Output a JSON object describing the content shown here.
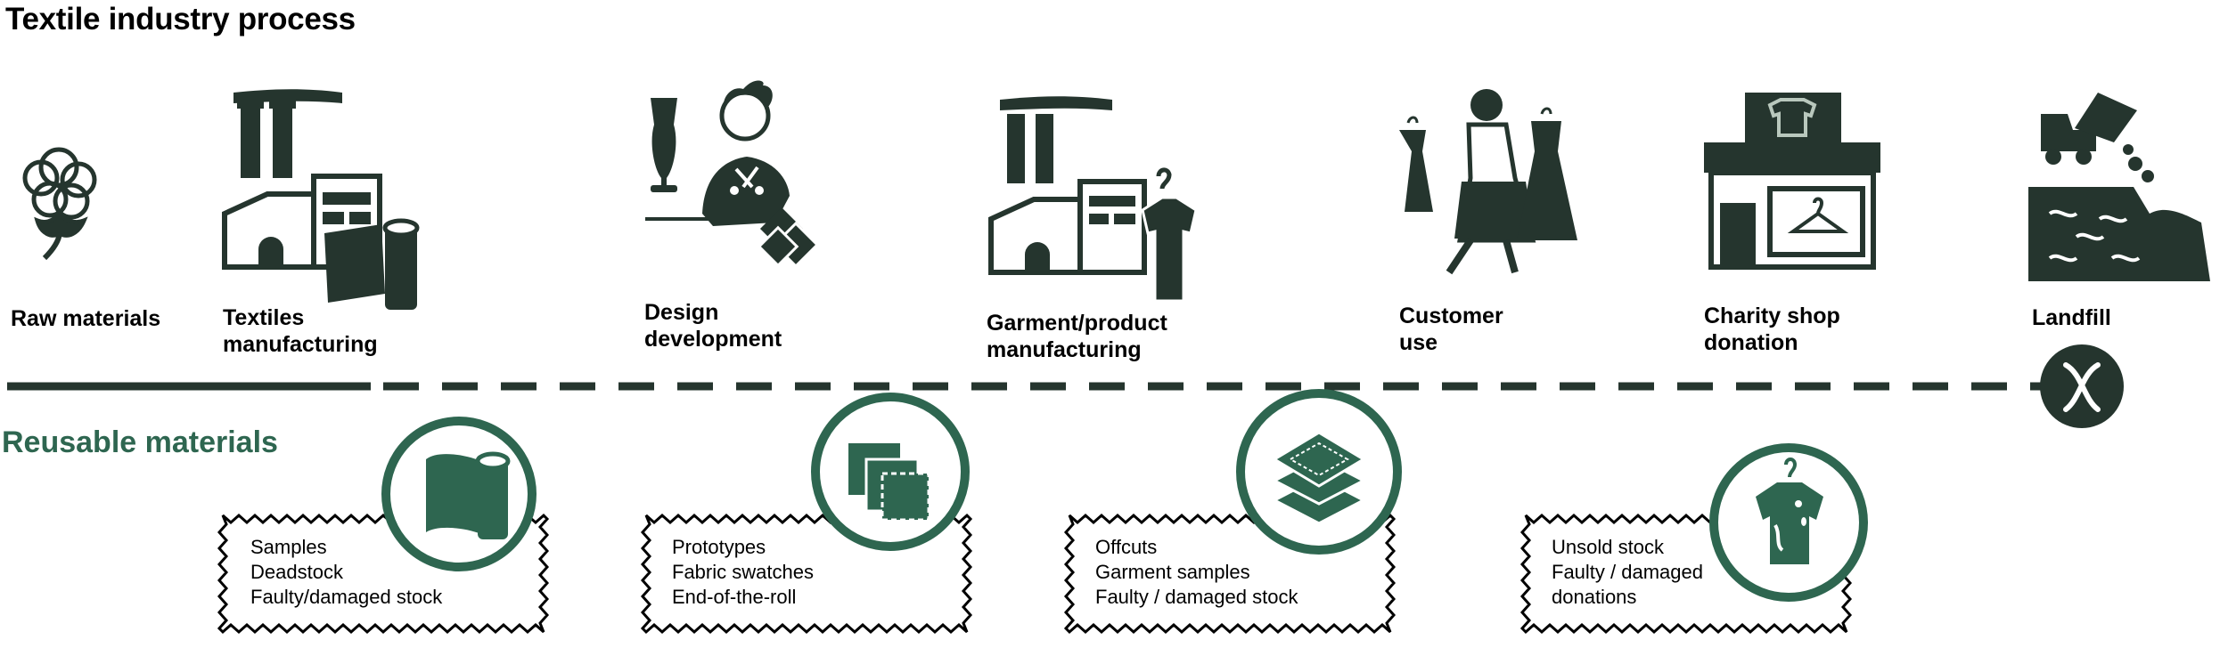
{
  "title": "Textile industry process",
  "stages": [
    {
      "label": "Raw materials",
      "icon": "cotton-plant-icon"
    },
    {
      "label": "Textiles\nmanufacturing",
      "icon": "textile-factory-icon"
    },
    {
      "label": "Design\ndevelopment",
      "icon": "designer-icon"
    },
    {
      "label": "Garment/product\nmanufacturing",
      "icon": "garment-factory-icon"
    },
    {
      "label": "Customer\nuse",
      "icon": "shopper-icon"
    },
    {
      "label": "Charity shop\ndonation",
      "icon": "charity-shop-icon"
    },
    {
      "label": "Landfill",
      "icon": "landfill-truck-icon"
    }
  ],
  "section_title": "Reusable materials",
  "reusable": [
    {
      "items": "Samples\nDeadstock\nFaulty/damaged stock",
      "icon": "fabric-roll-icon"
    },
    {
      "items": "Prototypes\nFabric swatches\nEnd-of-the-roll",
      "icon": "fabric-swatches-icon"
    },
    {
      "items": "Offcuts\nGarment samples\nFaulty / damaged stock",
      "icon": "fabric-layers-icon"
    },
    {
      "items": "Unsold stock\nFaulty / damaged\ndonations",
      "icon": "damaged-tshirt-icon"
    }
  ],
  "end_marker_icon": "cut-scissors-icon",
  "colors": {
    "dark": "#25352e",
    "green": "#2e6650",
    "text": "#000000"
  }
}
